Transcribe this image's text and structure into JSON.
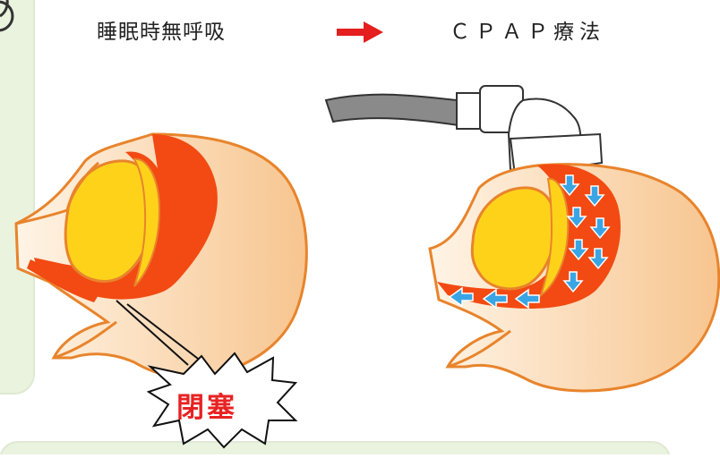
{
  "labels": {
    "before": "睡眠時無呼吸",
    "after": "ＣＰＡＰ療法",
    "blocked": "閉塞"
  },
  "colors": {
    "panel_bg": "#e9f3de",
    "face": "#fbd6b0",
    "outline": "#e8842c",
    "airway": "#f24a12",
    "tongue": "#ffd21a",
    "arrow": "#e51e1e",
    "airflow": "#3aa5e4",
    "hose": "#8a8a8a"
  }
}
